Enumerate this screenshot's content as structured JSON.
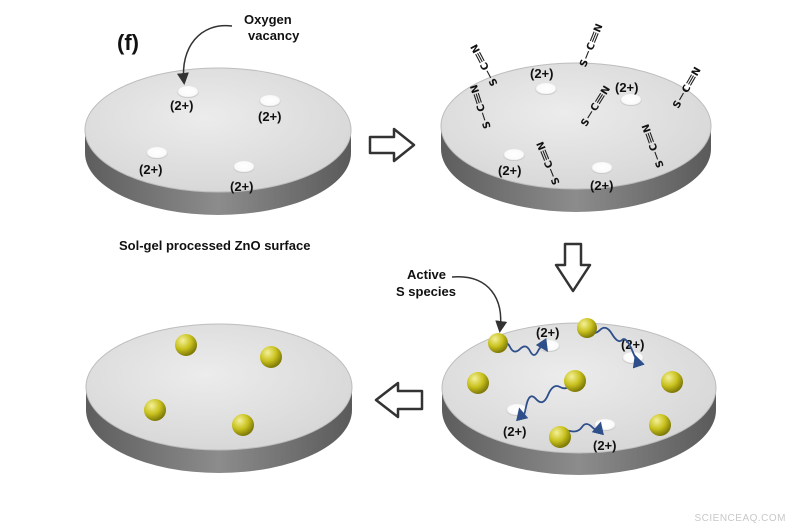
{
  "panel_label": "(f)",
  "labels": {
    "oxygen_vacancy_line1": "Oxygen",
    "oxygen_vacancy_line2": "vacancy",
    "surface_caption": "Sol-gel processed ZnO surface",
    "active_s_line1": "Active",
    "active_s_line2": "S species"
  },
  "ion_charge": "(2+)",
  "molecule_atoms": {
    "sulfur": "S",
    "carbon": "C",
    "nitrogen": "N"
  },
  "watermark": "SCIENCEAQ.COM",
  "colors": {
    "disk_top": "#e4e4e4",
    "disk_side": "#7d7d7d",
    "sulfur_sphere": "#c9c21e",
    "arrow_outline": "#333333",
    "wavy_path": "#2e4f8a"
  }
}
